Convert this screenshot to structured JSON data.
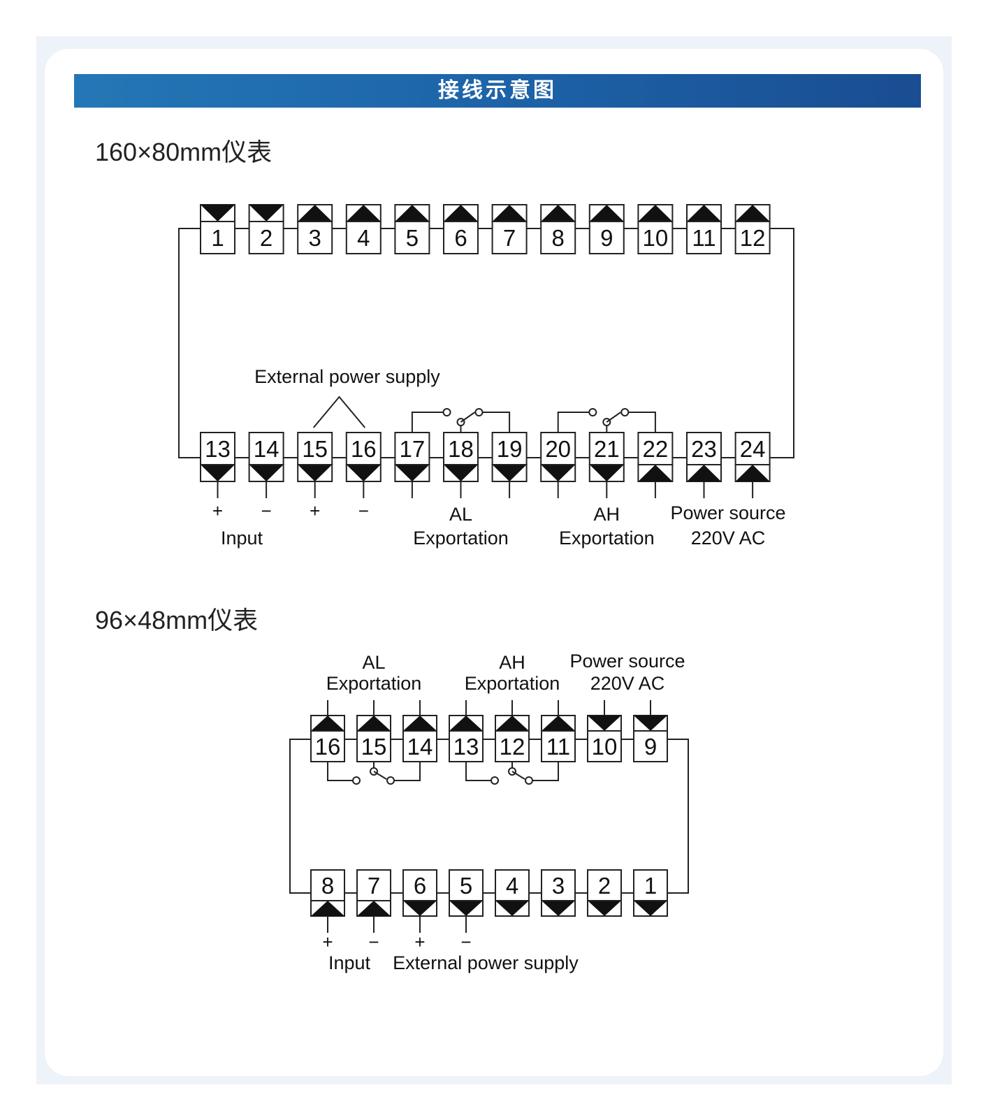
{
  "header": {
    "title": "接线示意图"
  },
  "meter_a": {
    "title": "160×80mm仪表",
    "top_terminals": [
      "1",
      "2",
      "3",
      "4",
      "5",
      "6",
      "7",
      "8",
      "9",
      "10",
      "11",
      "12"
    ],
    "bottom_terminals": [
      "13",
      "14",
      "15",
      "16",
      "17",
      "18",
      "19",
      "20",
      "21",
      "22",
      "23",
      "24"
    ],
    "labels": {
      "external_power": "External power supply",
      "plus": "+",
      "minus": "−",
      "input": "Input",
      "al": "AL",
      "ah": "AH",
      "exportation": "Exportation",
      "power_source": "Power source",
      "voltage": "220V AC"
    }
  },
  "meter_b": {
    "title": "96×48mm仪表",
    "top_terminals": [
      "16",
      "15",
      "14",
      "13",
      "12",
      "11",
      "10",
      "9"
    ],
    "bottom_terminals": [
      "8",
      "7",
      "6",
      "5",
      "4",
      "3",
      "2",
      "1"
    ],
    "labels": {
      "al": "AL",
      "ah": "AH",
      "exportation": "Exportation",
      "power_source": "Power source",
      "voltage": "220V AC",
      "plus": "+",
      "minus": "−",
      "input": "Input",
      "external_power": "External power supply"
    }
  },
  "colors": {
    "banner_start": "#2477b6",
    "banner_end": "#1a4d92",
    "line": "#222222"
  }
}
